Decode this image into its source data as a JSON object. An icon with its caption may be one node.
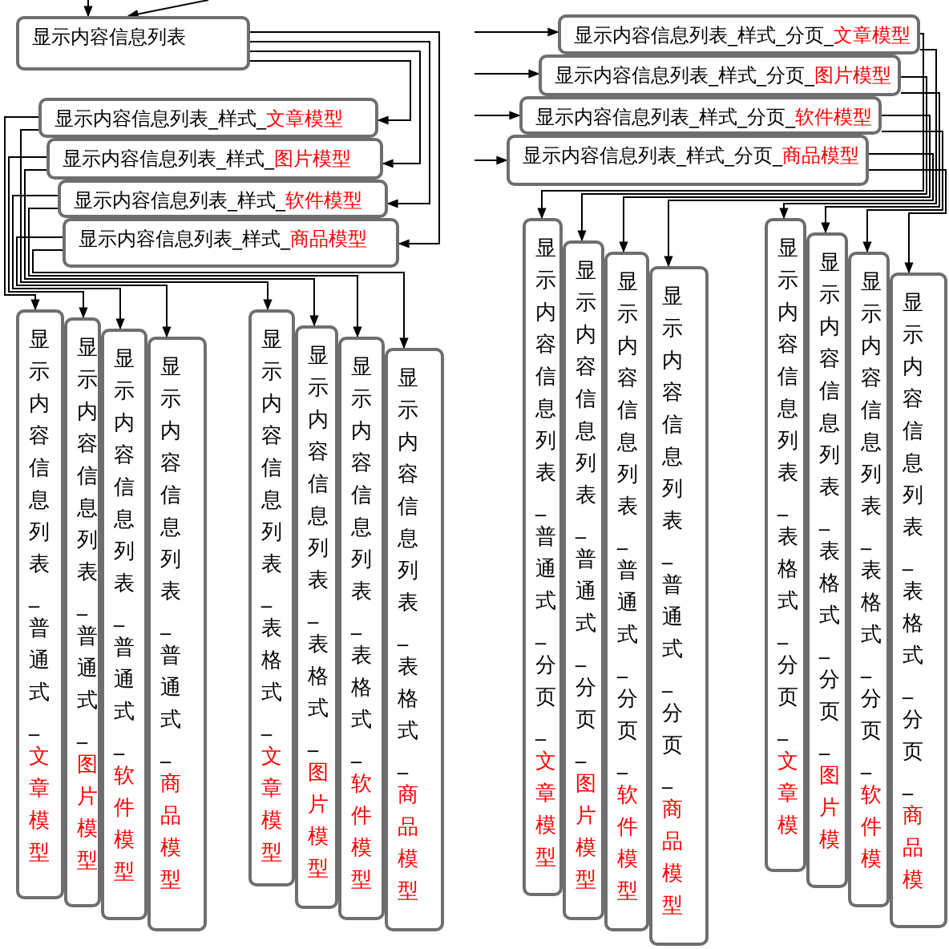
{
  "diagram": {
    "nodes": [
      {
        "text": [
          "显示内容信息列表"
        ]
      },
      {
        "text": [
          "显示内容信息列表_样式_",
          "文章模型"
        ]
      },
      {
        "text": [
          "显示内容信息列表_样式_",
          "图片模型"
        ]
      },
      {
        "text": [
          "显示内容信息列表_样式_",
          "软件模型"
        ]
      },
      {
        "text": [
          "显示内容信息列表_样式_",
          "商品模型"
        ]
      },
      {
        "text": [
          "显示内容信息列表_样式_分页_",
          "文章模型"
        ]
      },
      {
        "text": [
          "显示内容信息列表_样式_分页_",
          "图片模型"
        ]
      },
      {
        "text": [
          "显示内容信息列表_样式_分页_",
          "软件模型"
        ]
      },
      {
        "text": [
          "显示内容信息列表_样式_分页_",
          "商品模型"
        ]
      },
      {
        "text": [
          "显示内容信息列表_普通式_",
          "文章模型"
        ]
      },
      {
        "text": [
          "显示内容信息列表_普通式_",
          "图片模型"
        ]
      },
      {
        "text": [
          "显示内容信息列表_普通式_",
          "软件模型"
        ]
      },
      {
        "text": [
          "显示内容信息列表_普通式_",
          "商品模型"
        ]
      },
      {
        "text": [
          "显示内容信息列表_表格式_",
          "文章模型"
        ]
      },
      {
        "text": [
          "显示内容信息列表_表格式_",
          "图片模型"
        ]
      },
      {
        "text": [
          "显示内容信息列表_表格式_",
          "软件模型"
        ]
      },
      {
        "text": [
          "显示内容信息列表_表格式_",
          "商品模型"
        ]
      },
      {
        "text": [
          "显示内容信息列表_普通式_分页_",
          "文章模型"
        ]
      },
      {
        "text": [
          "显示内容信息列表_普通式_分页_",
          "图片模型"
        ]
      },
      {
        "text": [
          "显示内容信息列表_普通式_分页_",
          "软件模型"
        ]
      },
      {
        "text": [
          "显示内容信息列表_普通式_分页_",
          "商品模型"
        ]
      },
      {
        "text": [
          "显示内容信息列表_表格式_分页_",
          "文章模"
        ]
      },
      {
        "text": [
          "显示内容信息列表_表格式_分页_",
          "图片模"
        ]
      },
      {
        "text": [
          "显示内容信息列表_表格式_分页_",
          "软件模"
        ]
      },
      {
        "text": [
          "显示内容信息列表_表格式_分页_",
          "商品模"
        ]
      }
    ],
    "edges": [
      {
        "from": null,
        "to": 0,
        "arrow": "to"
      },
      {
        "from": null,
        "to": 0,
        "arrow": "to"
      },
      {
        "from": 0,
        "to": 1,
        "arrow": "to"
      },
      {
        "from": 0,
        "to": 2,
        "arrow": "to"
      },
      {
        "from": 0,
        "to": 3,
        "arrow": "to"
      },
      {
        "from": 0,
        "to": 4,
        "arrow": "to"
      },
      {
        "from": null,
        "to": 5,
        "arrow": "to"
      },
      {
        "from": null,
        "to": 6,
        "arrow": "to"
      },
      {
        "from": null,
        "to": 7,
        "arrow": "to"
      },
      {
        "from": null,
        "to": 8,
        "arrow": "to"
      },
      {
        "from": 1,
        "to": 9,
        "arrow": "to"
      },
      {
        "from": 2,
        "to": 10,
        "arrow": "to"
      },
      {
        "from": 3,
        "to": 11,
        "arrow": "to"
      },
      {
        "from": 4,
        "to": 12,
        "arrow": "to"
      },
      {
        "from": 1,
        "to": 13,
        "arrow": "to"
      },
      {
        "from": 2,
        "to": 14,
        "arrow": "to"
      },
      {
        "from": 3,
        "to": 15,
        "arrow": "to"
      },
      {
        "from": 4,
        "to": 16,
        "arrow": "to"
      },
      {
        "from": 5,
        "to": 17,
        "arrow": "to"
      },
      {
        "from": 6,
        "to": 18,
        "arrow": "to"
      },
      {
        "from": 7,
        "to": 19,
        "arrow": "to"
      },
      {
        "from": 8,
        "to": 20,
        "arrow": "to"
      },
      {
        "from": 5,
        "to": 21,
        "arrow": "to"
      },
      {
        "from": 6,
        "to": 22,
        "arrow": "to"
      },
      {
        "from": 7,
        "to": 23,
        "arrow": "to"
      },
      {
        "from": 8,
        "to": 24,
        "arrow": "to"
      }
    ]
  }
}
